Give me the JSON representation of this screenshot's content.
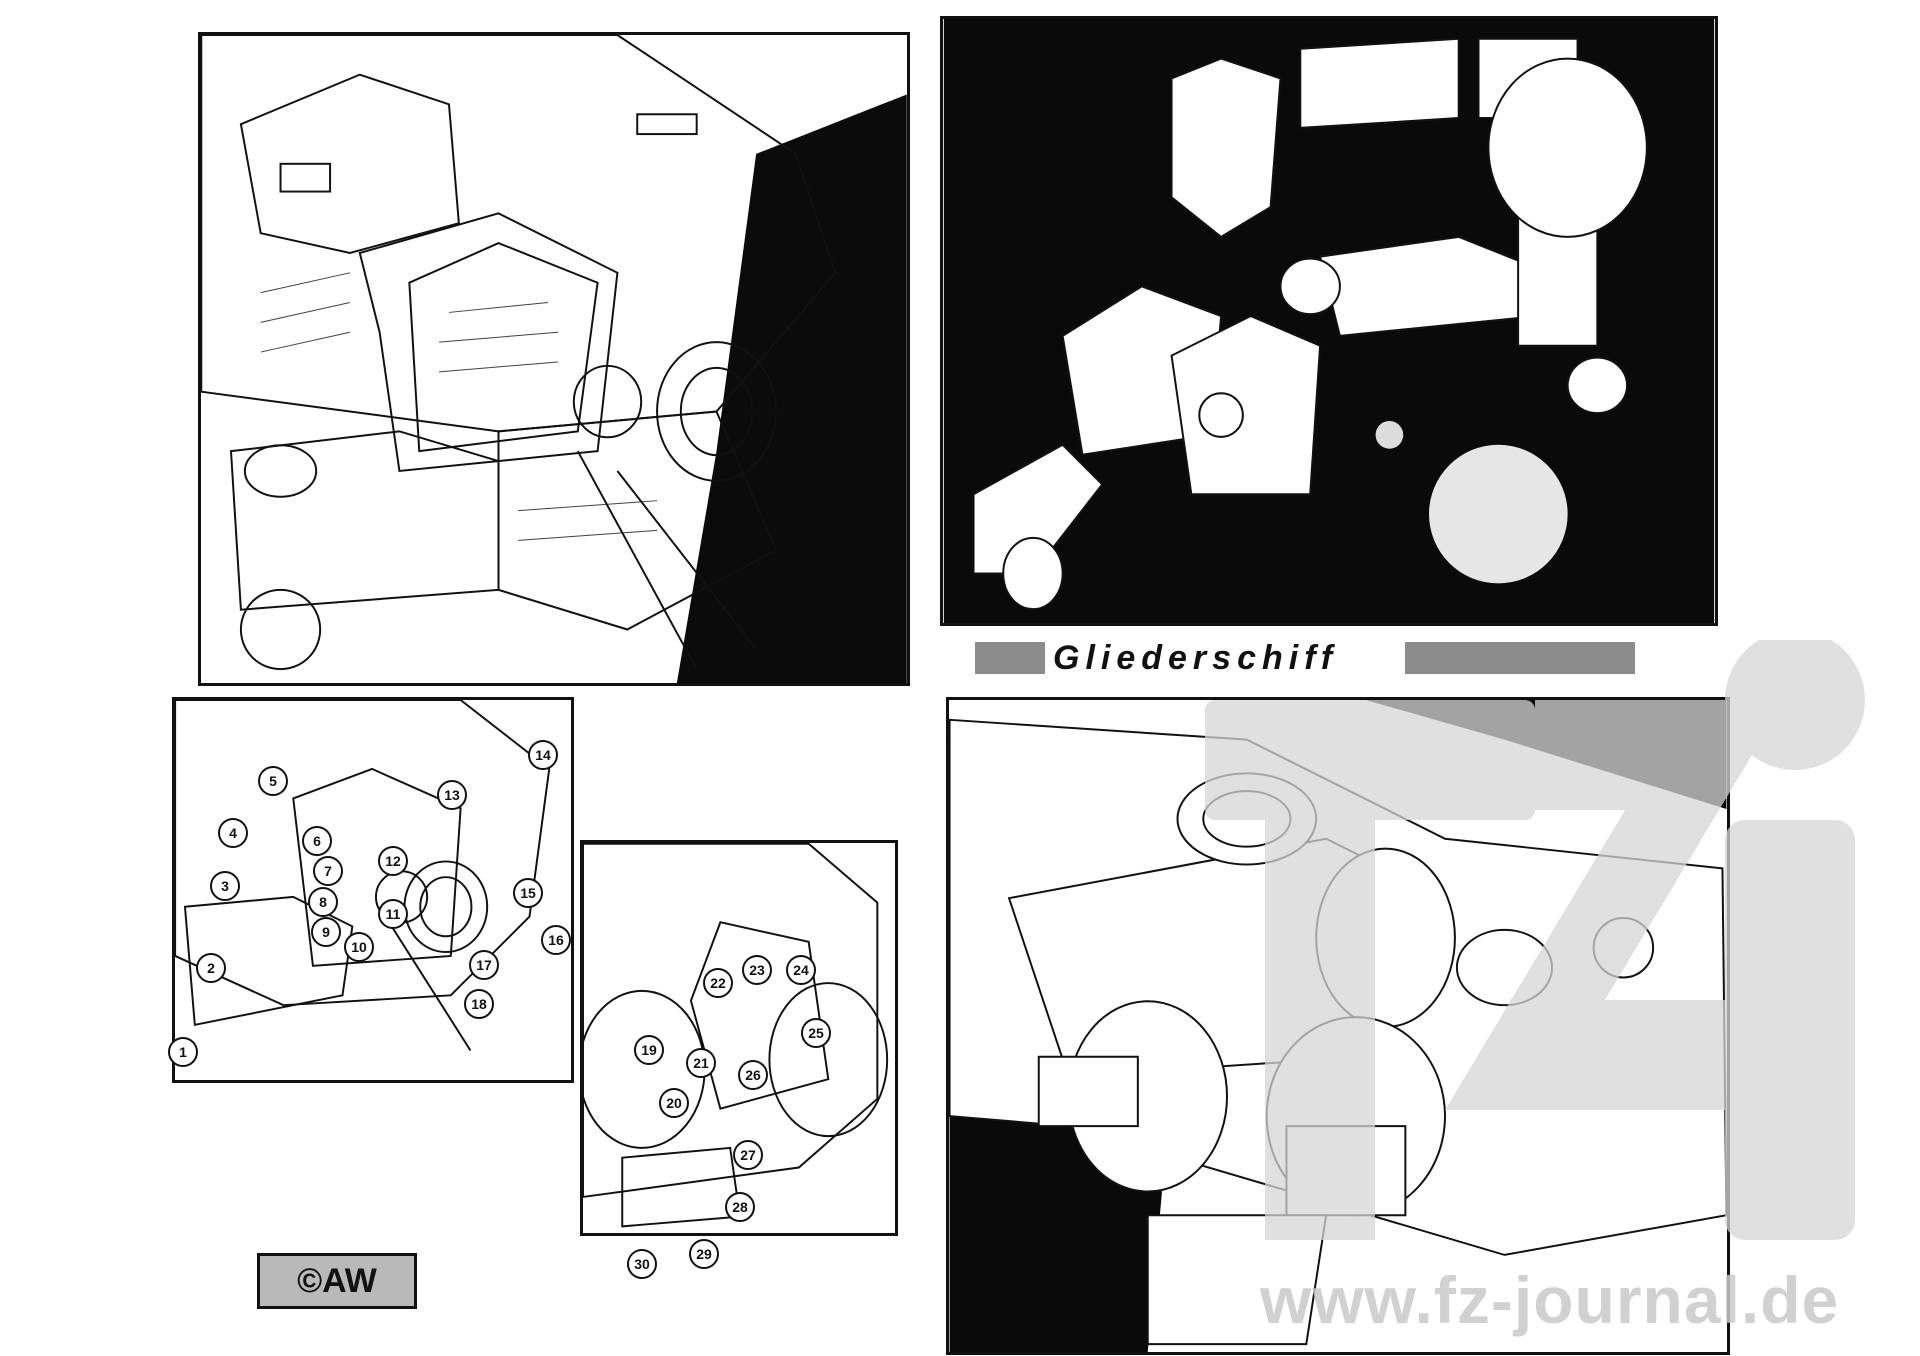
{
  "title": "Gliederschiff",
  "copyright": "©AW",
  "watermark": "www.fz-journal.de",
  "colors": {
    "ink": "#111111",
    "space": "#0a0a0a",
    "label_gray": "#8c8c8c",
    "watermark": "#c9c9c9"
  },
  "panels": [
    {
      "id": "cutaway-top-left",
      "content": "line-art-cutaway"
    },
    {
      "id": "ship-in-space-top-right",
      "content": "line-art-ship-space"
    },
    {
      "id": "callout-diagram-left",
      "content": "numbered-callouts"
    },
    {
      "id": "callout-diagram-middle",
      "content": "numbered-callouts"
    },
    {
      "id": "detail-bottom-right",
      "content": "line-art-detail"
    }
  ],
  "callouts_left": [
    "1",
    "2",
    "3",
    "4",
    "5",
    "6",
    "7",
    "8",
    "9",
    "10",
    "11",
    "12",
    "13",
    "14",
    "15",
    "16",
    "17",
    "18"
  ],
  "callouts_middle": [
    "19",
    "20",
    "21",
    "22",
    "23",
    "24",
    "25",
    "26",
    "27",
    "28",
    "29",
    "30"
  ]
}
